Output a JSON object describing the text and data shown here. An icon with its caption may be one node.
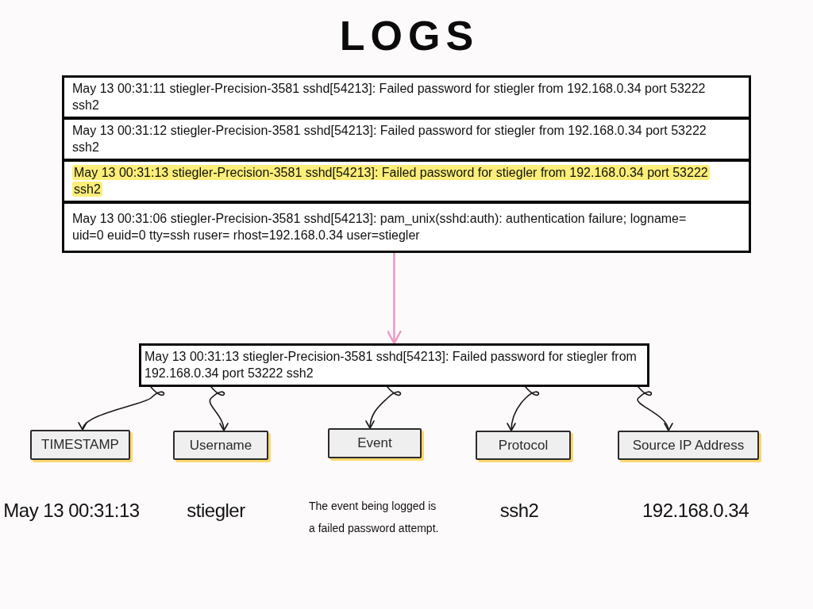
{
  "diagram": {
    "title": "LOGS",
    "nodes": [
      {
        "text": [],
        "shape": "box"
      },
      {
        "text": [
          "May 13 00:31:11 stiegler-Precision-3581 sshd[54213]: Failed password for stiegler from 192.168.0.34 port 53222 ssh2"
        ],
        "in": 0
      },
      {
        "text": [
          "May 13 00:31:12 stiegler-Precision-3581 sshd[54213]: Failed password for stiegler from 192.168.0.34 port 53222 ssh2"
        ],
        "in": 0
      },
      {
        "text": [
          "May 13 00:31:13 stiegler-Precision-3581 sshd[54213]: Failed password for stiegler from 192.168.0.34 port 53222 ssh2"
        ],
        "in": 0
      },
      {
        "text": [
          "May 13 00:31:06 stiegler-Precision-3581 sshd[54213]: pam_unix(sshd:auth): authentication failure; logname= uid=0 euid=0 tty=ssh ruser= rhost=192.168.0.34 user=stiegler"
        ],
        "in": 0
      },
      {
        "text": [
          "May 13 00:31:13 stiegler-Precision-3581 sshd[54213]: Failed password for stiegler from 192.168.0.34 port 53222 ssh2"
        ]
      },
      {
        "text": [
          "TIMESTAMP"
        ],
        "beside": [
          "May 13 00:31:13"
        ]
      },
      {
        "text": [
          "Username"
        ],
        "beside": [
          "stiegler"
        ]
      },
      {
        "text": [
          "Event"
        ],
        "beside": [
          "The event being logged is a failed password attempt."
        ]
      },
      {
        "text": [
          "Protocol"
        ],
        "beside": [
          "ssh2"
        ]
      },
      {
        "text": [
          "Source IP Address"
        ],
        "beside": [
          "192.168.0.34"
        ]
      }
    ],
    "edges": [
      {
        "from": 0,
        "to": 5,
        "arrow": "to",
        "color": "#ec9cc8"
      },
      {
        "from": 5,
        "to": 6,
        "arrow": "to"
      },
      {
        "from": 5,
        "to": 7,
        "arrow": "to"
      },
      {
        "from": 5,
        "to": 8,
        "arrow": "to"
      },
      {
        "from": 5,
        "to": 9,
        "arrow": "to"
      },
      {
        "from": 5,
        "to": 10,
        "arrow": "to"
      }
    ]
  }
}
